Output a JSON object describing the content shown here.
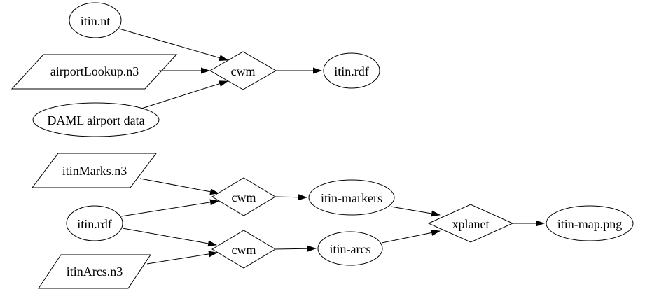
{
  "diagram": {
    "type": "flowchart",
    "background_color": "#ffffff",
    "stroke_color": "#000000",
    "text_color": "#000000",
    "nodes": {
      "itin_nt": {
        "label": "itin.nt",
        "shape": "ellipse"
      },
      "airport_lookup_n3": {
        "label": "airportLookup.n3",
        "shape": "parallelogram"
      },
      "daml_airport_data": {
        "label": "DAML airport data",
        "shape": "ellipse"
      },
      "cwm_top": {
        "label": "cwm",
        "shape": "diamond"
      },
      "itin_rdf_top": {
        "label": "itin.rdf",
        "shape": "ellipse"
      },
      "itin_marks_n3": {
        "label": "itinMarks.n3",
        "shape": "parallelogram"
      },
      "itin_rdf_bottom": {
        "label": "itin.rdf",
        "shape": "ellipse"
      },
      "itin_arcs_n3": {
        "label": "itinArcs.n3",
        "shape": "parallelogram"
      },
      "cwm_markers": {
        "label": "cwm",
        "shape": "diamond"
      },
      "cwm_arcs": {
        "label": "cwm",
        "shape": "diamond"
      },
      "itin_markers": {
        "label": "itin-markers",
        "shape": "ellipse"
      },
      "itin_arcs": {
        "label": "itin-arcs",
        "shape": "ellipse"
      },
      "xplanet": {
        "label": "xplanet",
        "shape": "diamond"
      },
      "itin_map_png": {
        "label": "itin-map.png",
        "shape": "ellipse"
      }
    },
    "edges": [
      {
        "from": "itin_nt",
        "to": "cwm_top"
      },
      {
        "from": "airport_lookup_n3",
        "to": "cwm_top"
      },
      {
        "from": "daml_airport_data",
        "to": "cwm_top"
      },
      {
        "from": "cwm_top",
        "to": "itin_rdf_top"
      },
      {
        "from": "itin_marks_n3",
        "to": "cwm_markers"
      },
      {
        "from": "itin_rdf_bottom",
        "to": "cwm_markers"
      },
      {
        "from": "itin_rdf_bottom",
        "to": "cwm_arcs"
      },
      {
        "from": "itin_arcs_n3",
        "to": "cwm_arcs"
      },
      {
        "from": "cwm_markers",
        "to": "itin_markers"
      },
      {
        "from": "cwm_arcs",
        "to": "itin_arcs"
      },
      {
        "from": "itin_markers",
        "to": "xplanet"
      },
      {
        "from": "itin_arcs",
        "to": "xplanet"
      },
      {
        "from": "xplanet",
        "to": "itin_map_png"
      }
    ]
  }
}
